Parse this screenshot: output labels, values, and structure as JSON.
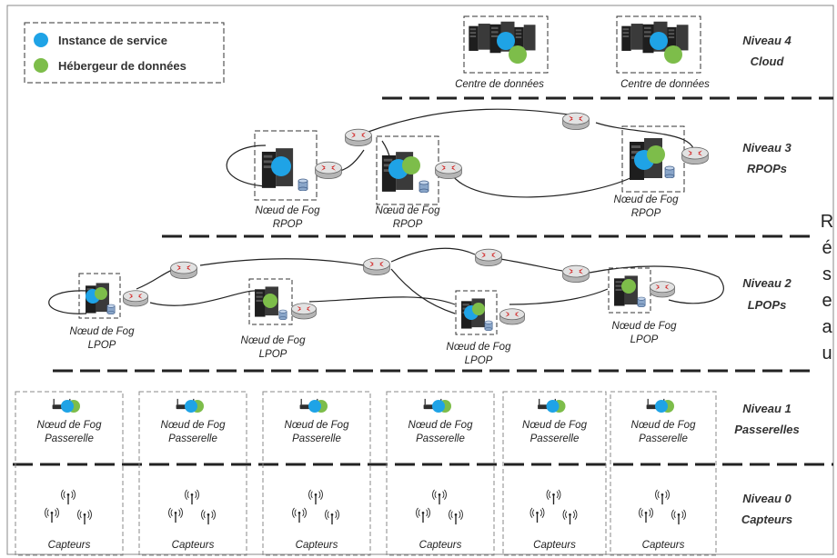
{
  "legend": {
    "items": [
      {
        "label": "Instance de service",
        "color": "#1fa3e6"
      },
      {
        "label": "Hébergeur de données",
        "color": "#7dbd4a"
      }
    ]
  },
  "levels": [
    {
      "title": "Niveau 4",
      "sub": "Cloud"
    },
    {
      "title": "Niveau 3",
      "sub": "RPOPs"
    },
    {
      "title": "Niveau 2",
      "sub": "LPOPs"
    },
    {
      "title": "Niveau 1",
      "sub": "Passerelles"
    },
    {
      "title": "Niveau 0",
      "sub": "Capteurs"
    }
  ],
  "side_label": "Réseau",
  "cloud_nodes": [
    "Centre de données",
    "Centre de données"
  ],
  "rpop_nodes": [
    {
      "line1": "Nœud de Fog",
      "line2": "RPOP"
    },
    {
      "line1": "Nœud de Fog",
      "line2": "RPOP"
    },
    {
      "line1": "Nœud de Fog",
      "line2": "RPOP"
    }
  ],
  "lpop_nodes": [
    {
      "line1": "Nœud de Fog",
      "line2": "LPOP"
    },
    {
      "line1": "Nœud de Fog",
      "line2": "LPOP"
    },
    {
      "line1": "Nœud de Fog",
      "line2": "LPOP"
    },
    {
      "line1": "Nœud de Fog",
      "line2": "LPOP"
    }
  ],
  "gateways": [
    {
      "line1": "Nœud de Fog",
      "line2": "Passerelle"
    },
    {
      "line1": "Nœud de Fog",
      "line2": "Passerelle"
    },
    {
      "line1": "Nœud de Fog",
      "line2": "Passerelle"
    },
    {
      "line1": "Nœud de Fog",
      "line2": "Passerelle"
    },
    {
      "line1": "Nœud de Fog",
      "line2": "Passerelle"
    },
    {
      "line1": "Nœud de Fog",
      "line2": "Passerelle"
    }
  ],
  "sensor_groups": [
    "Capteurs",
    "Capteurs",
    "Capteurs",
    "Capteurs",
    "Capteurs",
    "Capteurs"
  ],
  "colors": {
    "service": "#1fa3e6",
    "data": "#7dbd4a",
    "router": "#d8d8d8",
    "router_arrow": "#cc1f1f",
    "server": "#2a2a2a"
  },
  "icons": [
    "router-icon",
    "server-icon",
    "datacenter-icon",
    "gateway-icon",
    "sensor-icon",
    "database-icon"
  ]
}
